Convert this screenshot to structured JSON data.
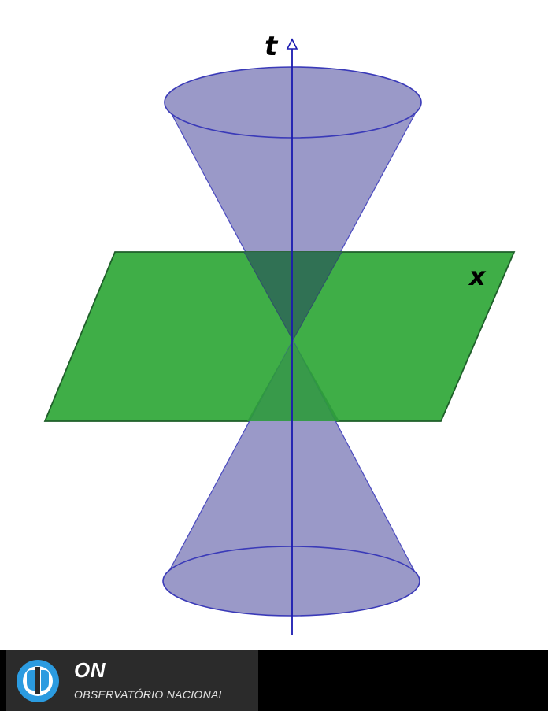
{
  "diagram": {
    "time_axis_label": "t",
    "space_axis_label": "x",
    "colors": {
      "cone_fill": "#9a99c8",
      "cone_edge": "#3a3ab8",
      "plane_fill": "#3fae47",
      "plane_edge": "#1f5f2a",
      "plane_overlap": "#2f6e55",
      "axis": "#1a1ab0"
    }
  },
  "footer": {
    "title": "ON",
    "subtitle": "OBSERVATÓRIO NACIONAL",
    "background": "#000000",
    "logo_color": "#2b9be0"
  }
}
